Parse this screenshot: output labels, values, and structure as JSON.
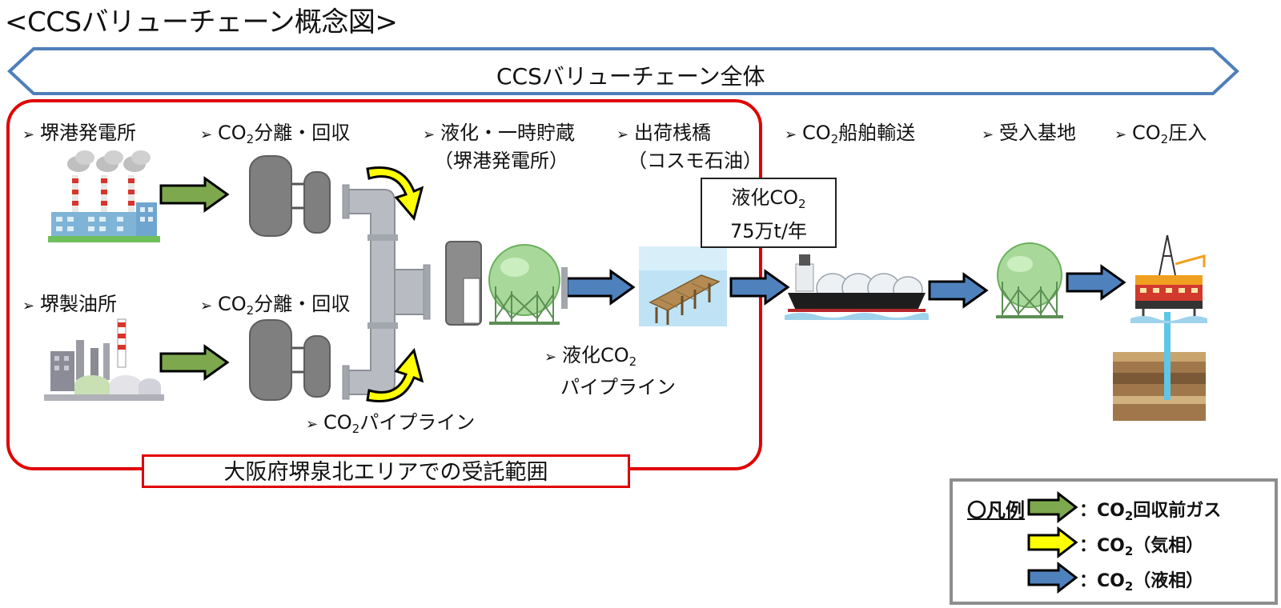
{
  "title": "<CCSバリューチェーン概念図>",
  "value_chain_label": "CCSバリューチェーン全体",
  "stages": {
    "power_plant": "堺港発電所",
    "separation_1_pre": "CO",
    "separation_1_sub": "2",
    "separation_1_post": "分離・回収",
    "liquefaction": "液化・一時貯蔵",
    "liquefaction_sub": "（堺港発電所）",
    "shipping_pier": "出荷桟橋",
    "shipping_pier_sub": "（コスモ石油）",
    "ship_transport_pre": "CO",
    "ship_transport_sub": "2",
    "ship_transport_post": "船舶輸送",
    "receiving_base": "受入基地",
    "injection_pre": "CO",
    "injection_sub": "2",
    "injection_post": "圧入",
    "refinery": "堺製油所",
    "separation_2_pre": "CO",
    "separation_2_sub": "2",
    "separation_2_post": "分離・回収"
  },
  "bullet_glyph": "➢",
  "info_box": {
    "line1_pre": "液化CO",
    "line1_sub": "2",
    "line2": "75万t/年"
  },
  "liquid_pipeline": {
    "line1_pre": "液化CO",
    "line1_sub": "2",
    "line2": "パイプライン"
  },
  "gas_pipeline": {
    "pre": "CO",
    "sub": "2",
    "post": "パイプライン"
  },
  "scope_label": "大阪府堺泉北エリアでの受託範囲",
  "legend": {
    "title": "〇凡例",
    "items": [
      {
        "pre": "：CO",
        "sub": "2",
        "post": "回収前ガス",
        "color": "#7da84e"
      },
      {
        "pre": "：CO",
        "sub": "2",
        "post": "（気相）",
        "color": "#ffff00"
      },
      {
        "pre": "：CO",
        "sub": "2",
        "post": "（液相）",
        "color": "#4f81bd"
      }
    ]
  },
  "colors": {
    "green_arrow": "#7da84e",
    "yellow_arrow": "#ffff00",
    "blue_arrow": "#4f81bd",
    "scope_border": "#e00000",
    "chain_arrow_border": "#4f7fb8"
  }
}
